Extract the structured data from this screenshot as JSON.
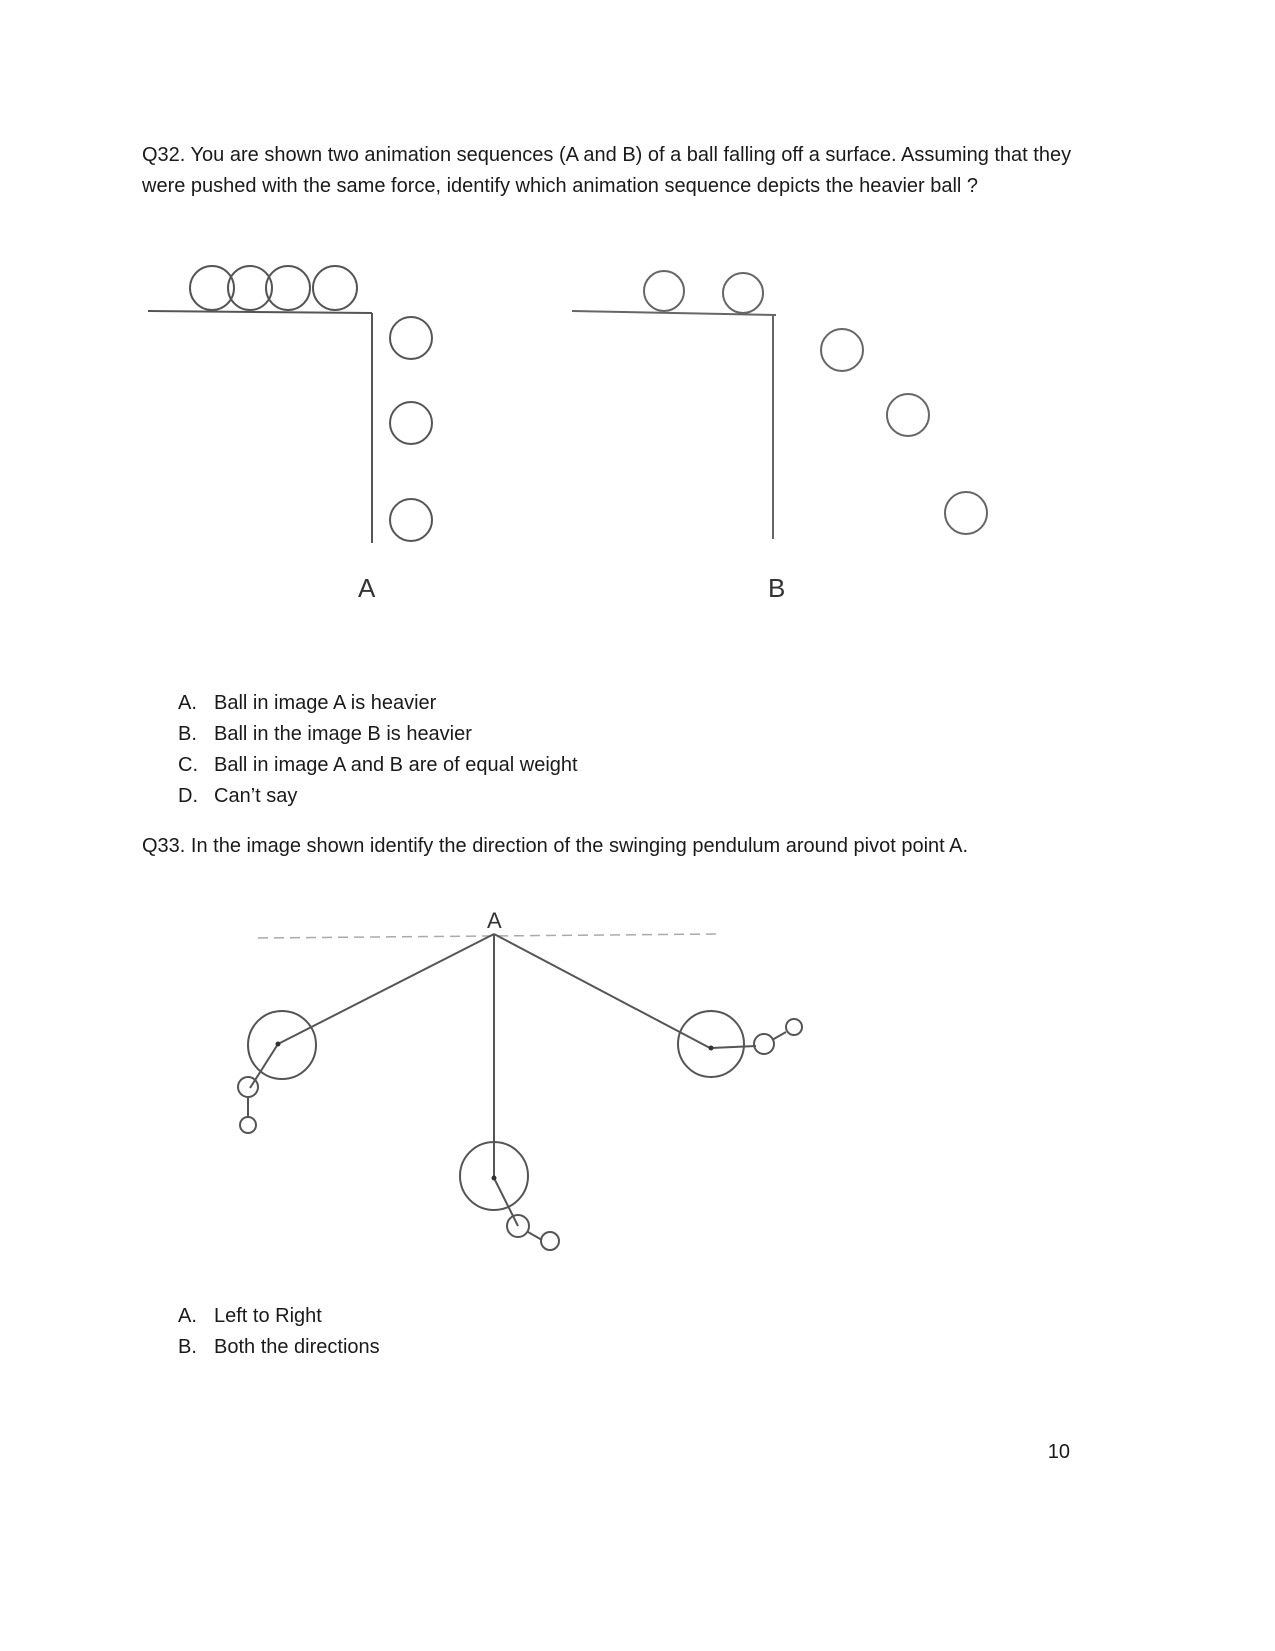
{
  "q32": {
    "text": "Q32. You are shown two animation sequences (A and B) of a ball falling off a surface. Assuming that they were pushed with the same force, identify which animation sequence depicts the heavier ball ?",
    "figure": {
      "label_a": "A",
      "label_b": "B"
    },
    "options": [
      {
        "letter": "A.",
        "text": "Ball in image A is heavier"
      },
      {
        "letter": "B.",
        "text": "Ball in the image B is heavier"
      },
      {
        "letter": "C.",
        "text": "Ball in image A and B are of equal weight"
      },
      {
        "letter": "D.",
        "text": "Can’t say"
      }
    ]
  },
  "q33": {
    "text": "Q33. In the image shown identify the direction of the swinging pendulum around pivot point A.",
    "figure": {
      "pivot_label": "A"
    },
    "options": [
      {
        "letter": "A.",
        "text": "Left to Right"
      },
      {
        "letter": "B.",
        "text": "Both the directions"
      }
    ]
  },
  "page_number": "10"
}
